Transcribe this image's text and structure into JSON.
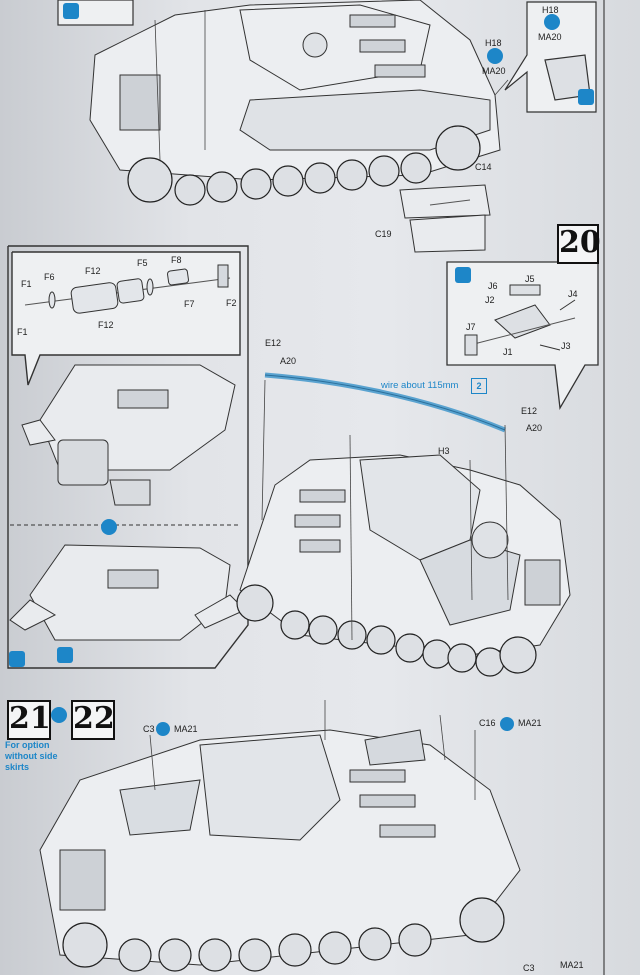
{
  "steps": {
    "s20": "20",
    "s21": "21",
    "s22": "22"
  },
  "step21_note": "For option without side skirts",
  "wire": {
    "text": "wire about 115mm",
    "count": "2"
  },
  "labels": {
    "h18": "H18",
    "ma20": "MA20",
    "c14": "C14",
    "c19": "C19",
    "f1": "F1",
    "f6": "F6",
    "f12": "F12",
    "f5": "F5",
    "f8": "F8",
    "f7": "F7",
    "f2": "F2",
    "j6": "J6",
    "j5": "J5",
    "j2": "J2",
    "j4": "J4",
    "j7": "J7",
    "j1": "J1",
    "j3": "J3",
    "e12": "E12",
    "a20": "A20",
    "h3": "H3",
    "c3": "C3",
    "ma21": "MA21",
    "c16": "C16"
  },
  "colors": {
    "accent": "#1d86c8",
    "paper": "#e4e6ea",
    "ink": "#222222"
  }
}
